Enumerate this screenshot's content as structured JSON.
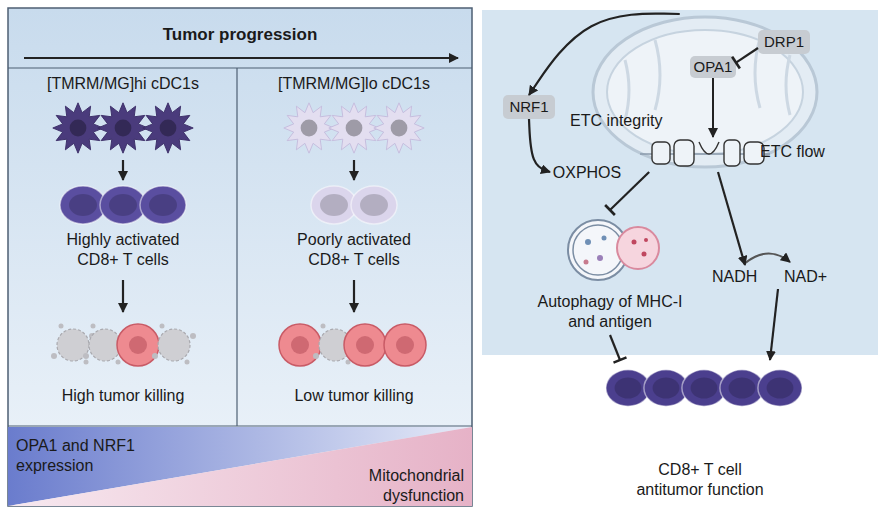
{
  "diagram": {
    "nodes": [
      {
        "text": [
          "Tumor progression"
        ]
      },
      {
        "text": [
          "[TMRM/MG]hi cDC1s"
        ]
      },
      {
        "text": [
          "Highly activated CD8+ T cells"
        ]
      },
      {
        "text": [
          "High tumor killing"
        ]
      },
      {
        "text": [
          "[TMRM/MG]lo cDC1s"
        ]
      },
      {
        "text": [
          "Poorly activated CD8+ T cells"
        ]
      },
      {
        "text": [
          "Low tumor killing"
        ]
      },
      {
        "text": [
          "OPA1 and NRF1 expression",
          "Mitochondrial dysfunction"
        ]
      },
      {
        "text": [
          "ETC integrity",
          "ETC flow"
        ]
      },
      {
        "text": [
          "DRP1"
        ]
      },
      {
        "text": [
          "OPA1"
        ],
        "in": 8
      },
      {
        "text": [
          "NRF1"
        ]
      },
      {
        "text": [
          "OXPHOS"
        ]
      },
      {
        "text": [
          "Autophagy of MHC-I and antigen"
        ]
      },
      {
        "text": [
          "NADH",
          "NAD+"
        ]
      },
      {
        "text": [
          "CD8+ T cell antitumor function"
        ]
      }
    ],
    "edges": [
      {
        "from": 1,
        "to": 2,
        "arrow": "to"
      },
      {
        "from": 2,
        "to": 3,
        "arrow": "to"
      },
      {
        "from": 4,
        "to": 5,
        "arrow": "to"
      },
      {
        "from": 5,
        "to": 6,
        "arrow": "to"
      },
      {
        "from": 9,
        "to": 10,
        "arrow": "to"
      },
      {
        "from": 8,
        "to": 11,
        "arrow": "to"
      },
      {
        "from": 11,
        "to": 12,
        "arrow": "to"
      },
      {
        "from": 8,
        "to": 13,
        "arrow": "to"
      },
      {
        "from": 8,
        "to": 14,
        "arrow": "to"
      },
      {
        "from": 13,
        "to": 15,
        "arrow": "to"
      },
      {
        "from": 14,
        "to": 15,
        "arrow": "to"
      }
    ]
  }
}
